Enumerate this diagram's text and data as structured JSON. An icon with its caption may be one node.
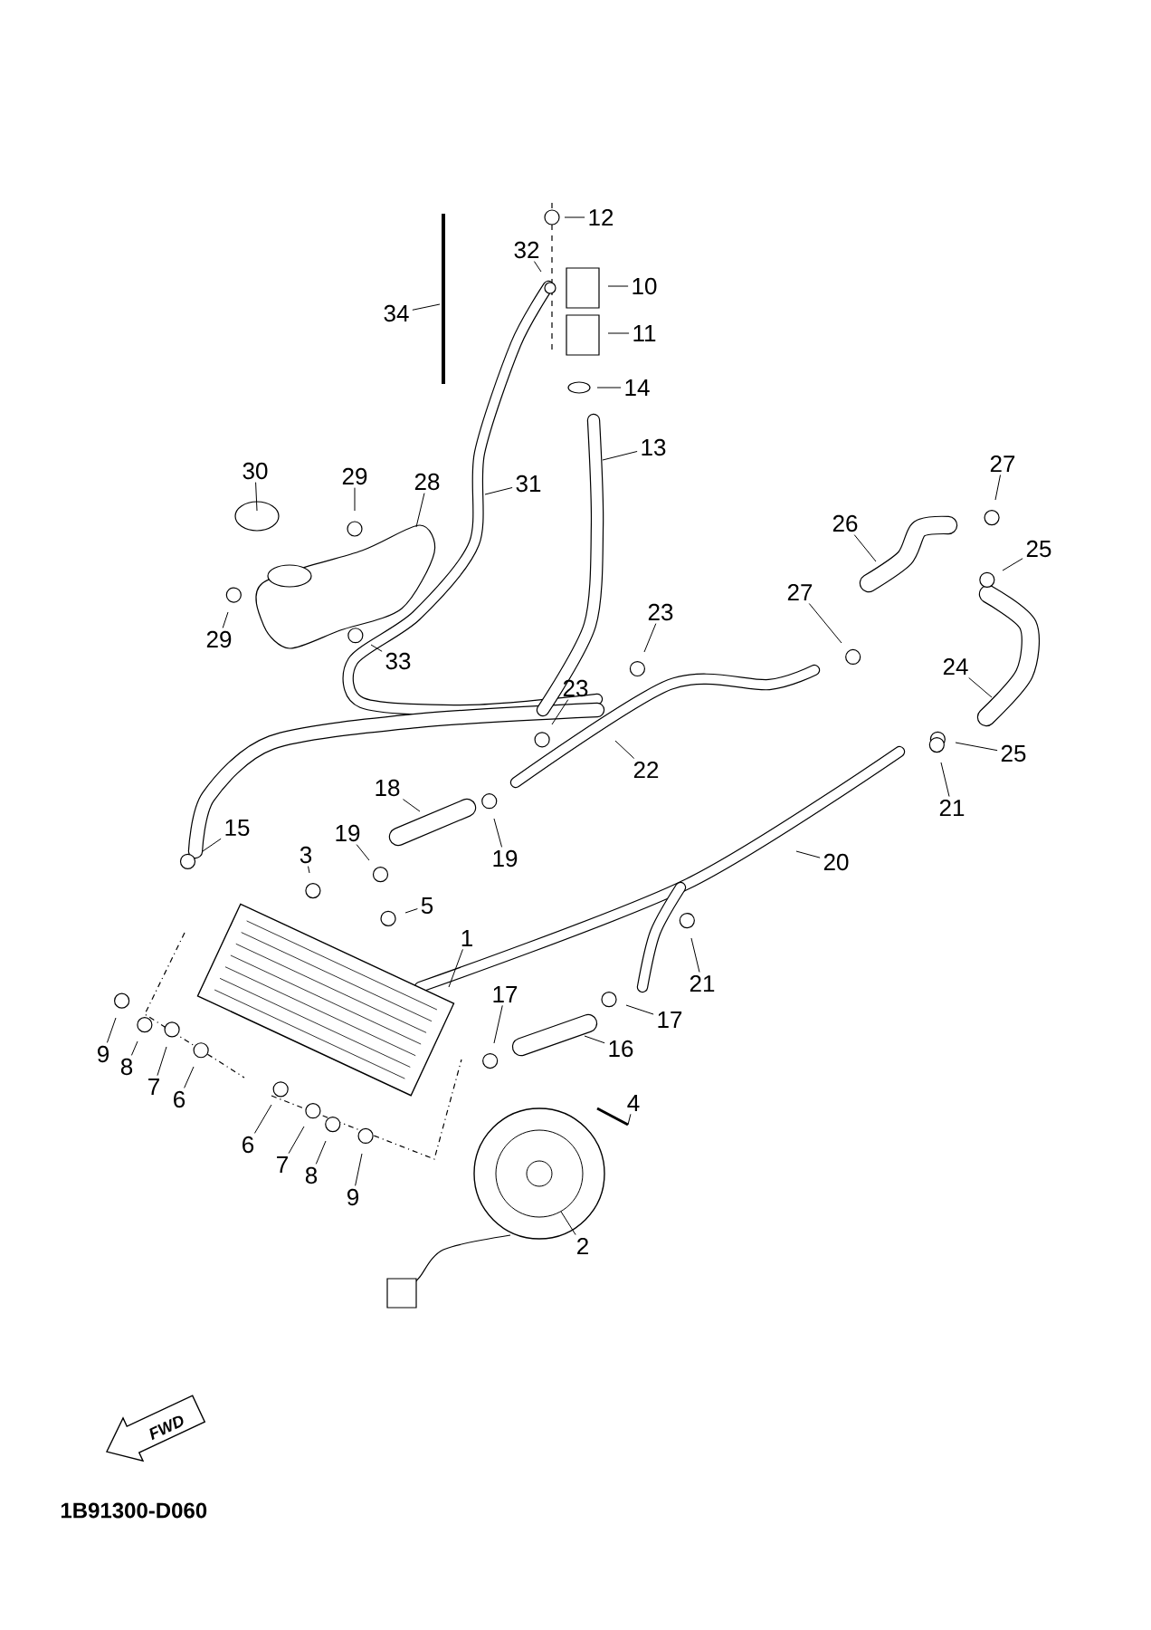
{
  "diagram": {
    "nodes": [
      {
        "text": [
          "12"
        ]
      },
      {
        "text": [
          "32"
        ]
      },
      {
        "text": [
          "10"
        ]
      },
      {
        "text": [
          "11"
        ]
      },
      {
        "text": [
          "34"
        ]
      },
      {
        "text": [
          "14"
        ]
      },
      {
        "text": [
          "13"
        ]
      },
      {
        "text": [
          "30"
        ]
      },
      {
        "text": [
          "29"
        ]
      },
      {
        "text": [
          "28"
        ]
      },
      {
        "text": [
          "31"
        ]
      },
      {
        "text": [
          "29"
        ]
      },
      {
        "text": [
          "33"
        ]
      },
      {
        "text": [
          "23"
        ]
      },
      {
        "text": [
          "23"
        ]
      },
      {
        "text": [
          "22"
        ]
      },
      {
        "text": [
          "27"
        ]
      },
      {
        "text": [
          "26"
        ]
      },
      {
        "text": [
          "25"
        ]
      },
      {
        "text": [
          "27"
        ]
      },
      {
        "text": [
          "24"
        ]
      },
      {
        "text": [
          "25"
        ]
      },
      {
        "text": [
          "21"
        ]
      },
      {
        "text": [
          "18"
        ]
      },
      {
        "text": [
          "19"
        ]
      },
      {
        "text": [
          "19"
        ]
      },
      {
        "text": [
          "15"
        ]
      },
      {
        "text": [
          "20"
        ]
      },
      {
        "text": [
          "3"
        ]
      },
      {
        "text": [
          "5"
        ]
      },
      {
        "text": [
          "1"
        ]
      },
      {
        "text": [
          "21"
        ]
      },
      {
        "text": [
          "17"
        ]
      },
      {
        "text": [
          "17"
        ]
      },
      {
        "text": [
          "16"
        ]
      },
      {
        "text": [
          "4"
        ]
      },
      {
        "text": [
          "9"
        ]
      },
      {
        "text": [
          "8"
        ]
      },
      {
        "text": [
          "7"
        ]
      },
      {
        "text": [
          "6"
        ]
      },
      {
        "text": [
          "6"
        ]
      },
      {
        "text": [
          "7"
        ]
      },
      {
        "text": [
          "8"
        ]
      },
      {
        "text": [
          "9"
        ]
      },
      {
        "text": [
          "2"
        ]
      },
      {
        "text": [
          "FWD"
        ]
      }
    ],
    "edges": [
      {
        "from": 0,
        "to": null,
        "arrow": "none"
      },
      {
        "from": 1,
        "to": null,
        "arrow": "none"
      },
      {
        "from": 2,
        "to": null,
        "arrow": "none"
      },
      {
        "from": 3,
        "to": null,
        "arrow": "none"
      },
      {
        "from": 4,
        "to": null,
        "arrow": "none"
      },
      {
        "from": 5,
        "to": null,
        "arrow": "none"
      },
      {
        "from": 6,
        "to": null,
        "arrow": "none"
      },
      {
        "from": 7,
        "to": null,
        "arrow": "none"
      },
      {
        "from": 8,
        "to": null,
        "arrow": "none"
      },
      {
        "from": 9,
        "to": null,
        "arrow": "none"
      },
      {
        "from": 10,
        "to": null,
        "arrow": "none"
      },
      {
        "from": 11,
        "to": null,
        "arrow": "none"
      },
      {
        "from": 12,
        "to": null,
        "arrow": "none"
      },
      {
        "from": 13,
        "to": null,
        "arrow": "none"
      },
      {
        "from": 14,
        "to": null,
        "arrow": "none"
      },
      {
        "from": 15,
        "to": null,
        "arrow": "none"
      },
      {
        "from": 16,
        "to": null,
        "arrow": "none"
      },
      {
        "from": 17,
        "to": null,
        "arrow": "none"
      },
      {
        "from": 18,
        "to": null,
        "arrow": "none"
      },
      {
        "from": 19,
        "to": null,
        "arrow": "none"
      },
      {
        "from": 20,
        "to": null,
        "arrow": "none"
      },
      {
        "from": 21,
        "to": null,
        "arrow": "none"
      },
      {
        "from": 22,
        "to": null,
        "arrow": "none"
      },
      {
        "from": 23,
        "to": null,
        "arrow": "none"
      },
      {
        "from": 24,
        "to": null,
        "arrow": "none"
      },
      {
        "from": 25,
        "to": null,
        "arrow": "none"
      },
      {
        "from": 26,
        "to": null,
        "arrow": "none"
      },
      {
        "from": 27,
        "to": null,
        "arrow": "none"
      },
      {
        "from": 28,
        "to": null,
        "arrow": "none"
      },
      {
        "from": 29,
        "to": null,
        "arrow": "none"
      },
      {
        "from": 30,
        "to": null,
        "arrow": "none"
      },
      {
        "from": 31,
        "to": null,
        "arrow": "none"
      },
      {
        "from": 32,
        "to": null,
        "arrow": "none"
      },
      {
        "from": 33,
        "to": null,
        "arrow": "none"
      },
      {
        "from": 34,
        "to": null,
        "arrow": "none"
      },
      {
        "from": 35,
        "to": null,
        "arrow": "none"
      },
      {
        "from": 36,
        "to": null,
        "arrow": "none"
      },
      {
        "from": 37,
        "to": null,
        "arrow": "none"
      },
      {
        "from": 38,
        "to": null,
        "arrow": "none"
      },
      {
        "from": 39,
        "to": null,
        "arrow": "none"
      },
      {
        "from": 40,
        "to": null,
        "arrow": "none"
      },
      {
        "from": 41,
        "to": null,
        "arrow": "none"
      },
      {
        "from": 42,
        "to": null,
        "arrow": "none"
      },
      {
        "from": 43,
        "to": null,
        "arrow": "none"
      },
      {
        "from": 44,
        "to": null,
        "arrow": "none"
      }
    ],
    "labels": [
      "1B91300-D060"
    ]
  }
}
